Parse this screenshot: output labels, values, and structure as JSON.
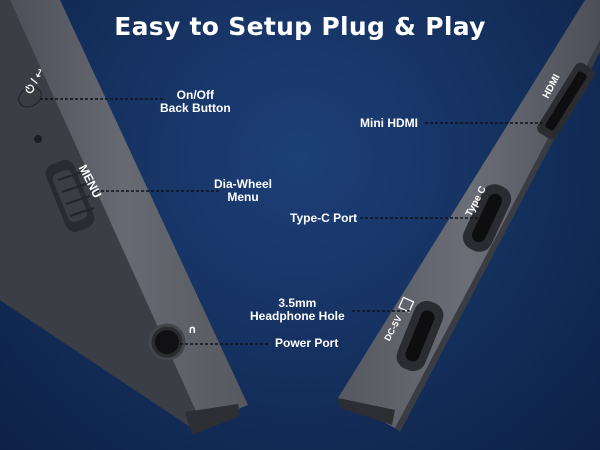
{
  "title": "Easy to Setup Plug & Play",
  "device_markings": {
    "power_back_symbol": "⏻ / ↩",
    "menu": "MENU",
    "hdmi": "HDMI",
    "type_c": "Type C",
    "dc": "DC-5V"
  },
  "labels": {
    "onoff_line1": "On/Off",
    "onoff_line2": "Back Button",
    "dial_line1": "Dia-Wheel",
    "dial_line2": "Menu",
    "power_port": "Power Port",
    "mini_hdmi": "Mini HDMI",
    "typec_port": "Type-C Port",
    "headphone_line1": "3.5mm",
    "headphone_line2": "Headphone Hole"
  },
  "colors": {
    "background": "#142f5c",
    "device_body": "#5b5e66",
    "port": "#1a1a1c",
    "text": "#ffffff"
  }
}
